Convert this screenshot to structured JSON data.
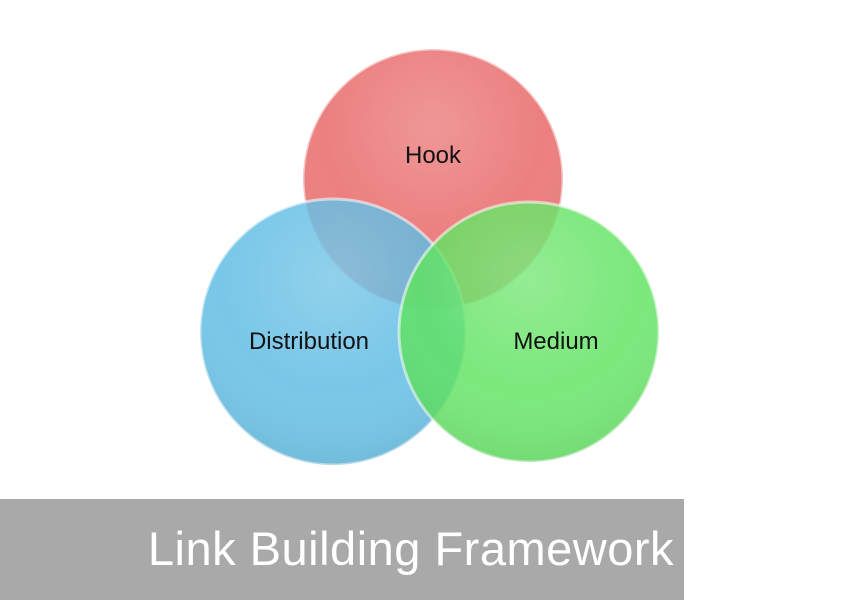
{
  "diagram": {
    "type": "venn-3",
    "circles": [
      {
        "label": "Hook",
        "color": "#e86464"
      },
      {
        "label": "Distribution",
        "color": "#5bbbe3"
      },
      {
        "label": "Medium",
        "color": "#5fe35f"
      }
    ]
  },
  "caption": {
    "text": "Link Building Framework",
    "band_color": "#a9a9a9",
    "text_color": "#ffffff"
  }
}
